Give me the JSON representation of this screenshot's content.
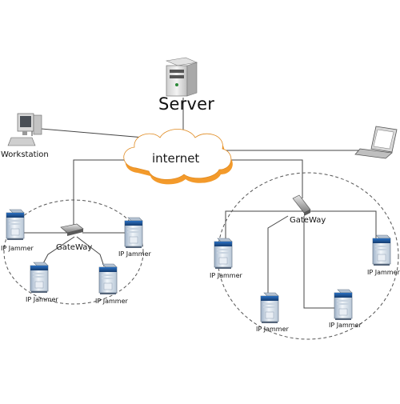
{
  "nodes": {
    "server": "Server",
    "internet": "internet",
    "workstation": "Workstation",
    "gateway_left": "GateWay",
    "gateway_right": "GateWay",
    "jammer_label": "IP Jammer"
  },
  "colors": {
    "cloud_fill": "#ffffff",
    "cloud_shadow": "#f39a2b",
    "line": "#444444",
    "dashed_boundary": "#555555",
    "jammer_body": "#dde6f0",
    "jammer_accent": "#1f5fa8"
  }
}
